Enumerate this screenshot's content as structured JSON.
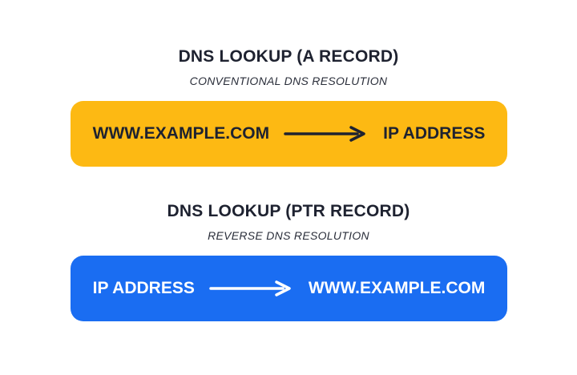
{
  "a_record": {
    "title": "DNS LOOKUP (A RECORD)",
    "subtitle": "CONVENTIONAL DNS RESOLUTION",
    "from": "WWW.EXAMPLE.COM",
    "to": "IP ADDRESS",
    "band_color": "#FDB913",
    "text_color": "#1E2230",
    "arrow_icon": "right-arrow"
  },
  "ptr_record": {
    "title": "DNS LOOKUP (PTR RECORD)",
    "subtitle": "REVERSE DNS RESOLUTION",
    "from": "IP ADDRESS",
    "to": "WWW.EXAMPLE.COM",
    "band_color": "#1A6DF2",
    "text_color": "#FFFFFF",
    "arrow_icon": "right-arrow"
  }
}
